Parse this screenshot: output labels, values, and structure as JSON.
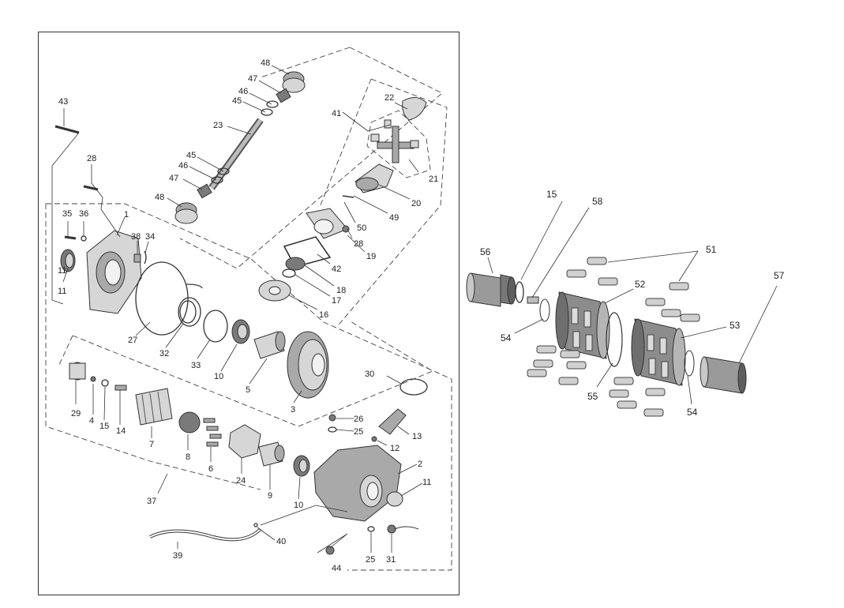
{
  "left_diagram": {
    "labels": [
      {
        "id": "lbl-48a",
        "text": "48"
      },
      {
        "id": "lbl-47a",
        "text": "47"
      },
      {
        "id": "lbl-46a",
        "text": "46"
      },
      {
        "id": "lbl-45a",
        "text": "45"
      },
      {
        "id": "lbl-23",
        "text": "23"
      },
      {
        "id": "lbl-45b",
        "text": "45"
      },
      {
        "id": "lbl-46b",
        "text": "46"
      },
      {
        "id": "lbl-47b",
        "text": "47"
      },
      {
        "id": "lbl-48b",
        "text": "48"
      },
      {
        "id": "lbl-43",
        "text": "43"
      },
      {
        "id": "lbl-28a",
        "text": "28"
      },
      {
        "id": "lbl-35",
        "text": "35"
      },
      {
        "id": "lbl-36",
        "text": "36"
      },
      {
        "id": "lbl-1",
        "text": "1"
      },
      {
        "id": "lbl-38",
        "text": "38"
      },
      {
        "id": "lbl-34",
        "text": "34"
      },
      {
        "id": "lbl-11a",
        "text": "11"
      },
      {
        "id": "lbl-11b",
        "text": "11"
      },
      {
        "id": "lbl-27",
        "text": "27"
      },
      {
        "id": "lbl-32",
        "text": "32"
      },
      {
        "id": "lbl-33",
        "text": "33"
      },
      {
        "id": "lbl-10a",
        "text": "10"
      },
      {
        "id": "lbl-5",
        "text": "5"
      },
      {
        "id": "lbl-3",
        "text": "3"
      },
      {
        "id": "lbl-41",
        "text": "41"
      },
      {
        "id": "lbl-22",
        "text": "22"
      },
      {
        "id": "lbl-21",
        "text": "21"
      },
      {
        "id": "lbl-20",
        "text": "20"
      },
      {
        "id": "lbl-49",
        "text": "49"
      },
      {
        "id": "lbl-50",
        "text": "50"
      },
      {
        "id": "lbl-28b",
        "text": "28"
      },
      {
        "id": "lbl-19",
        "text": "19"
      },
      {
        "id": "lbl-42",
        "text": "42"
      },
      {
        "id": "lbl-18",
        "text": "18"
      },
      {
        "id": "lbl-17",
        "text": "17"
      },
      {
        "id": "lbl-16",
        "text": "16"
      },
      {
        "id": "lbl-30",
        "text": "30"
      },
      {
        "id": "lbl-29",
        "text": "29"
      },
      {
        "id": "lbl-4",
        "text": "4"
      },
      {
        "id": "lbl-15a",
        "text": "15"
      },
      {
        "id": "lbl-14",
        "text": "14"
      },
      {
        "id": "lbl-7",
        "text": "7"
      },
      {
        "id": "lbl-8",
        "text": "8"
      },
      {
        "id": "lbl-6",
        "text": "6"
      },
      {
        "id": "lbl-24",
        "text": "24"
      },
      {
        "id": "lbl-9",
        "text": "9"
      },
      {
        "id": "lbl-10b",
        "text": "10"
      },
      {
        "id": "lbl-26",
        "text": "26"
      },
      {
        "id": "lbl-25a",
        "text": "25"
      },
      {
        "id": "lbl-12",
        "text": "12"
      },
      {
        "id": "lbl-13",
        "text": "13"
      },
      {
        "id": "lbl-2",
        "text": "2"
      },
      {
        "id": "lbl-11c",
        "text": "11"
      },
      {
        "id": "lbl-37",
        "text": "37"
      },
      {
        "id": "lbl-40",
        "text": "40"
      },
      {
        "id": "lbl-39",
        "text": "39"
      },
      {
        "id": "lbl-25b",
        "text": "25"
      },
      {
        "id": "lbl-31",
        "text": "31"
      },
      {
        "id": "lbl-44",
        "text": "44"
      }
    ]
  },
  "right_diagram": {
    "labels": [
      {
        "id": "lbl-r15",
        "text": "15"
      },
      {
        "id": "lbl-r58",
        "text": "58"
      },
      {
        "id": "lbl-r56",
        "text": "56"
      },
      {
        "id": "lbl-r51",
        "text": "51"
      },
      {
        "id": "lbl-r57",
        "text": "57"
      },
      {
        "id": "lbl-r52",
        "text": "52"
      },
      {
        "id": "lbl-r53",
        "text": "53"
      },
      {
        "id": "lbl-r54a",
        "text": "54"
      },
      {
        "id": "lbl-r55",
        "text": "55"
      },
      {
        "id": "lbl-r54b",
        "text": "54"
      }
    ]
  },
  "colors": {
    "line": "#333333",
    "part_dark": "#7a7a7a",
    "part_mid": "#a9a9a9",
    "part_light": "#d6d6d6"
  }
}
